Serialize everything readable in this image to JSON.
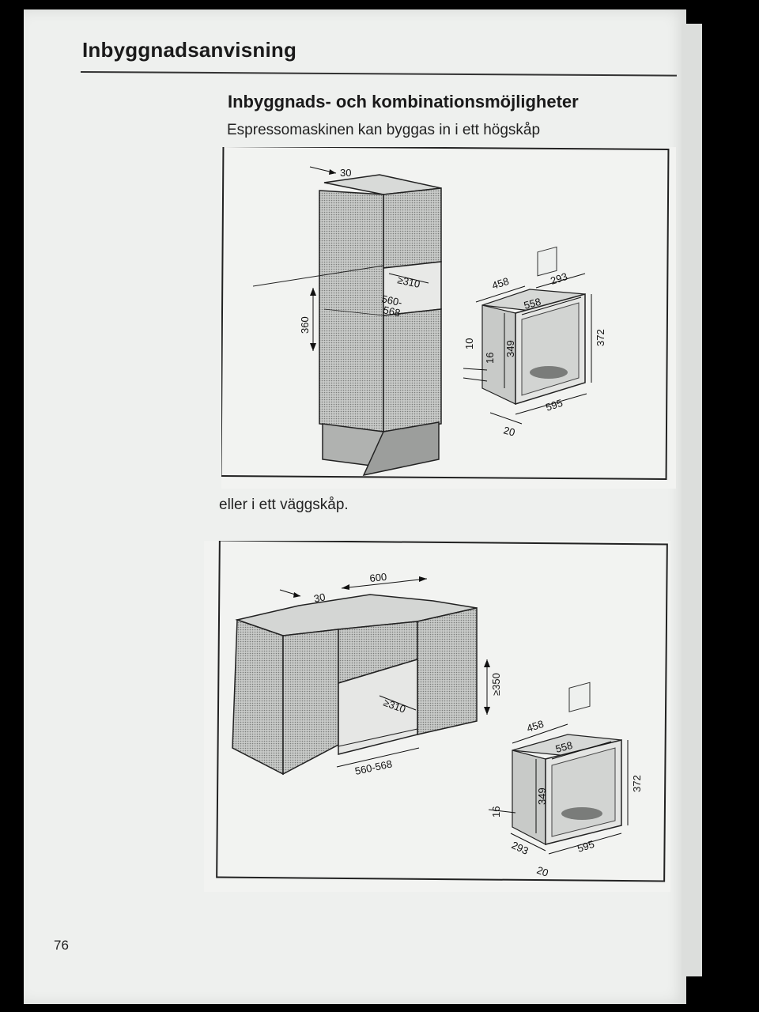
{
  "page": {
    "section_title": "Inbyggnadsanvisning",
    "subheading": "Inbyggnads- och kombinationsmöjligheter",
    "text_tall_cabinet": "Espressomaskinen kan byggas in i ett högskåp",
    "text_wall_cabinet": "eller i ett väggskåp.",
    "page_number": "76"
  },
  "figure_tall": {
    "dim_depth_top": "30",
    "dim_niche_depth": "≥310",
    "dim_niche_width_a": "560-",
    "dim_niche_width_b": "568",
    "dim_niche_height": "360",
    "dim_machine_depth": "458",
    "dim_machine_depth2": "293",
    "dim_machine_width_inner": "558",
    "dim_machine_height": "372",
    "dim_machine_height_inner": "349",
    "dim_offset_16": "16",
    "dim_offset_10": "10",
    "dim_machine_width": "595",
    "dim_front_20": "20"
  },
  "figure_wall": {
    "dim_depth_top": "30",
    "dim_width_top": "600",
    "dim_niche_height": "≥350",
    "dim_niche_depth": "≥310",
    "dim_niche_width": "560-568",
    "dim_machine_depth": "458",
    "dim_machine_width_inner": "558",
    "dim_machine_height": "372",
    "dim_machine_height_inner": "349",
    "dim_offset_16": "16",
    "dim_machine_depth2": "293",
    "dim_machine_width": "595",
    "dim_front_20": "20"
  }
}
